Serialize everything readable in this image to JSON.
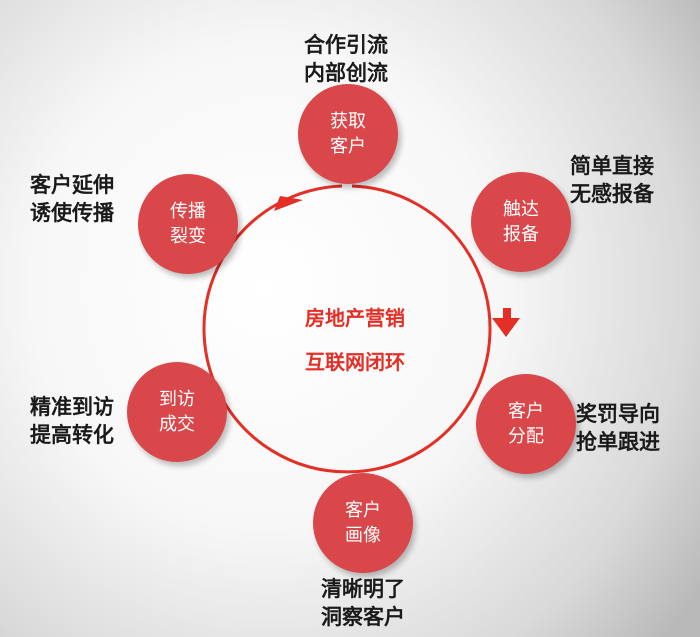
{
  "colors": {
    "accent": "#e32f26",
    "node": "#d9474a"
  },
  "center": {
    "line1": "房地产营销",
    "line2": "互联网闭环"
  },
  "nodes": [
    {
      "line1": "获取",
      "line2": "客户",
      "note1": "合作引流",
      "note2": "内部创流"
    },
    {
      "line1": "触达",
      "line2": "报备",
      "note1": "简单直接",
      "note2": "无感报备"
    },
    {
      "line1": "客户",
      "line2": "分配",
      "note1": "奖罚导向",
      "note2": "抢单跟进"
    },
    {
      "line1": "客户",
      "line2": "画像",
      "note1": "清晰明了",
      "note2": "洞察客户"
    },
    {
      "line1": "到访",
      "line2": "成交",
      "note1": "精准到访",
      "note2": "提高转化"
    },
    {
      "line1": "传播",
      "line2": "裂变",
      "note1": "客户延伸",
      "note2": "诱使传播"
    }
  ]
}
